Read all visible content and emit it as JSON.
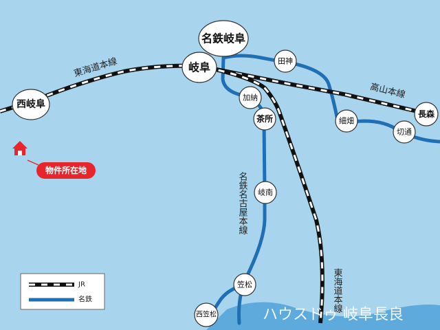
{
  "stations": {
    "meitetsu_gifu": "名鉄岐阜",
    "gifu": "岐阜",
    "nishigifu": "西岐阜",
    "denjin": "田神",
    "kanou": "加納",
    "chasho": "茶所",
    "hosobata": "細畑",
    "kirido": "切通",
    "nagamori": "長森",
    "ginan": "岐南",
    "kasamatsu": "笠松",
    "nishikasamatsu": "西笠松"
  },
  "lines": {
    "tokaido_top": "東海道本線",
    "takayama": "高山本線",
    "meitetsu_nagoya": "名鉄名古屋本線",
    "tokaido_vertical": "東海道本線"
  },
  "property_label": "物件所在地",
  "legend": {
    "jr": "JR",
    "meitetsu": "名鉄"
  },
  "watermark": "ハウスドゥ 岐阜長良",
  "colors": {
    "water": "#a9d4ee",
    "meitetsu_line": "#1f6fb5",
    "jr_line": "#111111",
    "property": "#e8242c"
  },
  "icons": {
    "property": "house-icon"
  }
}
